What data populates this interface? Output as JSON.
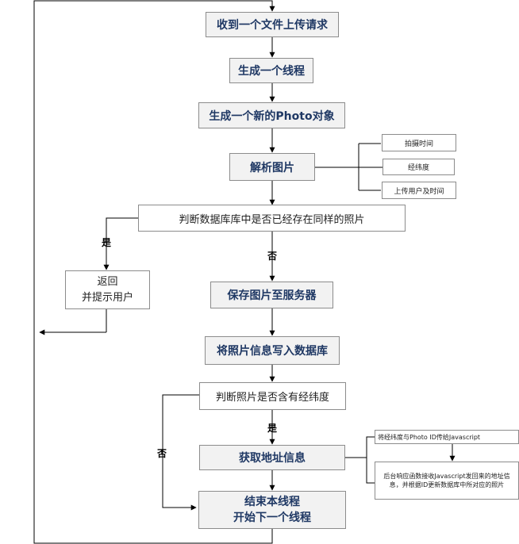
{
  "flow": {
    "receive_request": "收到一个文件上传请求",
    "spawn_thread": "生成一个线程",
    "new_photo_object": "生成一个新的Photo对象",
    "parse_image": "解析图片",
    "check_duplicate": "判断数据库库中是否已经存在同样的照片",
    "return_to_user_line1": "返回",
    "return_to_user_line2": "并提示用户",
    "save_to_server": "保存图片至服务器",
    "write_to_db": "将照片信息写入数据库",
    "check_latlng": "判断照片是否含有经纬度",
    "get_address": "获取地址信息",
    "end_thread_line1": "结束本线程",
    "end_thread_line2": "开始下一个线程"
  },
  "parse_outputs": {
    "shot_time": "拍摄时间",
    "latlng": "经纬度",
    "uploader_time": "上传用户及时间"
  },
  "address_notes": {
    "send_to_js": "将经纬度与Photo ID传给Javascript",
    "callback": "后台响应函数接收Javascript发回来的地址信息，并根据ID更新数据库中所对应的照片"
  },
  "edge_labels": {
    "yes_duplicate": "是",
    "no_duplicate": "否",
    "yes_latlng": "是",
    "no_latlng": "否"
  },
  "colors": {
    "process_text": "#1f3864",
    "process_fill": "#f2f2f2",
    "border": "#8c8c8c",
    "line": "#000000"
  }
}
